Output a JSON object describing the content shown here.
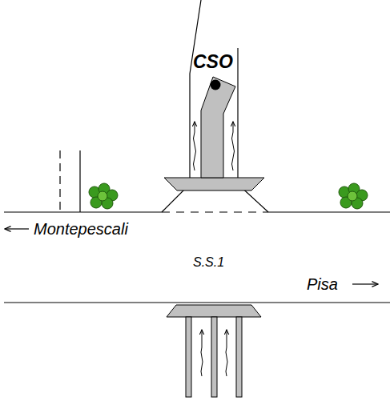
{
  "diagram": {
    "labels": [
      "CSO",
      "Montepescali",
      "S.S.1",
      "Pisa"
    ]
  }
}
